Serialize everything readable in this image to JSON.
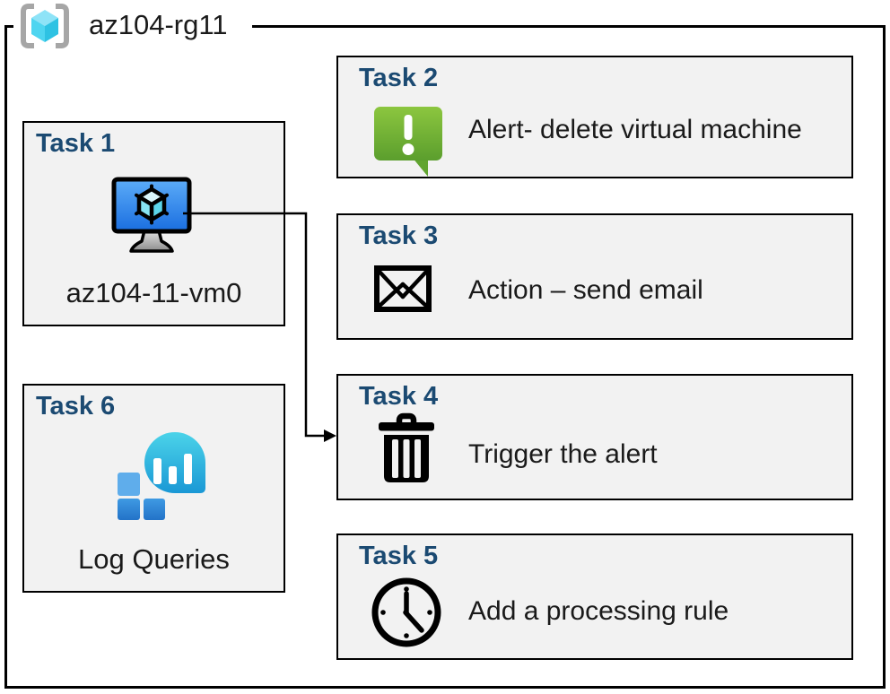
{
  "group": {
    "label": "az104-rg11",
    "icon": "resource-group-icon"
  },
  "tasks": {
    "task1": {
      "title": "Task 1",
      "label": "az104-11-vm0",
      "icon": "virtual-machine-icon"
    },
    "task2": {
      "title": "Task 2",
      "label": "Alert- delete virtual machine",
      "icon": "alert-icon"
    },
    "task3": {
      "title": "Task 3",
      "label": "Action – send email",
      "icon": "email-icon"
    },
    "task4": {
      "title": "Task 4",
      "label": "Trigger the alert",
      "icon": "trash-icon"
    },
    "task5": {
      "title": "Task 5",
      "label": "Add a processing rule",
      "icon": "clock-icon"
    },
    "task6": {
      "title": "Task 6",
      "label": "Log Queries",
      "icon": "log-queries-icon"
    }
  },
  "connector": {
    "from": "task1",
    "to": "task4"
  },
  "colors": {
    "task_title": "#1B4A72",
    "box_fill": "#F2F2F2",
    "box_border": "#000000",
    "alert_green": "#76B82F",
    "vm_screen_blue": "#2B7EE6",
    "log_teal": "#2BB5DF",
    "log_square_blue": "#2E86D6",
    "cube_cyan": "#50E6FF",
    "bracket_gray": "#A6A6A6"
  }
}
